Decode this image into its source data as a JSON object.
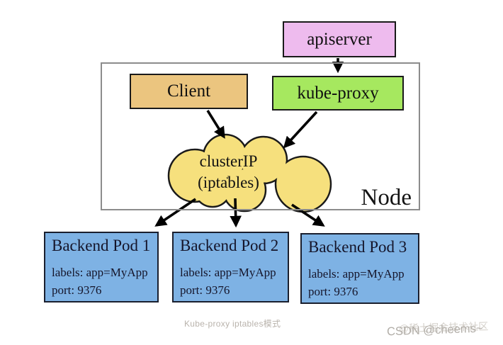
{
  "diagram": {
    "apiserver_label": "apiserver",
    "client_label": "Client",
    "kube_proxy_label": "kube-proxy",
    "node_label": "Node",
    "cluster_ip": {
      "line1": "clusterIP",
      "line2": "(iptables)"
    },
    "pods": [
      {
        "title": "Backend Pod 1",
        "labels": "labels: app=MyApp",
        "port": "port: 9376"
      },
      {
        "title": "Backend Pod 2",
        "labels": "labels: app=MyApp",
        "port": "port: 9376"
      },
      {
        "title": "Backend Pod 3",
        "labels": "labels: app=MyApp",
        "port": "port: 9376"
      }
    ],
    "caption": "Kube-proxy iptables模式",
    "watermarks": {
      "community": "@稀土掘金技术社区",
      "csdn": "CSDN @cheems~"
    },
    "colors": {
      "apiserver_fill": "#eebbee",
      "client_fill": "#ebc57f",
      "kube_proxy_fill": "#a6e85f",
      "cloud_fill": "#f6e07d",
      "pod_fill": "#7eb2e4",
      "arrow": "#000000",
      "node_border": "#8c8c8c"
    }
  }
}
